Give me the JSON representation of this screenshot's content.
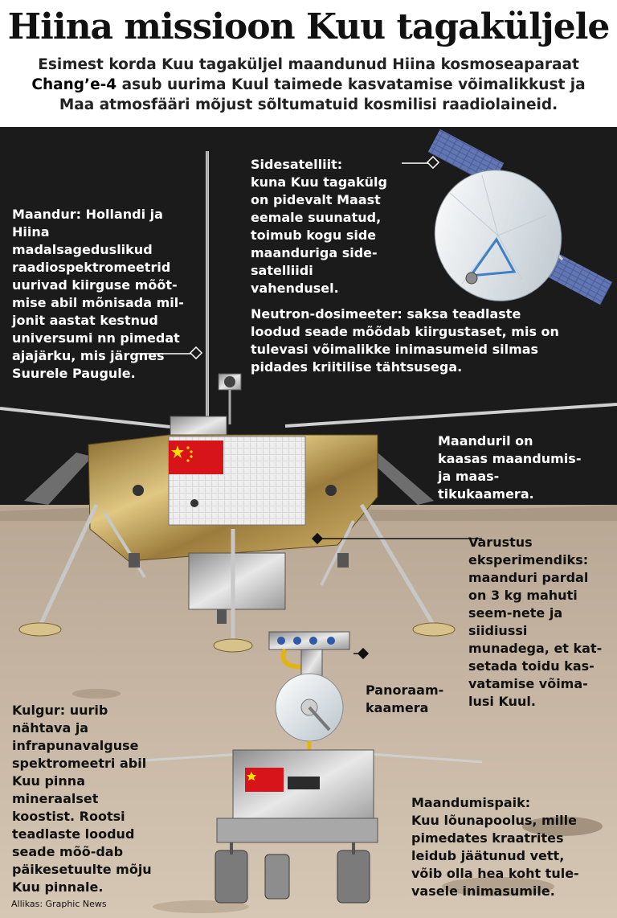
{
  "title": "Hiina missioon Kuu tagaküljele",
  "subtitle": {
    "part1": "Esimest korda Kuu tagaküljel maandunud Hiina kosmoseaparaat ",
    "name": "Chang’e-4",
    "part2": " asub uurima Kuul taimede kasvatamise võimalikkust ja Maa atmosfääri mõjust sõltumatuid kosmilisi raadiolaineid."
  },
  "labels": {
    "sidesatelliit": {
      "head": "Sidesatelliit:",
      "body": "kuna Kuu tagakülg on pidevalt Maast eemale suunatud, toimub kogu side maanduriga side-satelliidi vahendusel."
    },
    "maandur": {
      "head": "Maandur:",
      "body": " Hollandi ja Hiina madalsageduslikud raadiospektromeetrid uurivad kiirguse mõõt-mise abil mõnisada mil-jonit aastat kestnud universumi nn pimedat ajajärku, mis järgnes Suurele Paugule."
    },
    "neutron": {
      "head": "Neutron-dosimeeter:",
      "body": " saksa teadlaste loodud seade mõõdab kiirgustaset, mis on tulevasi võimalikke inimasumeid silmas pidades kriitilise tähtsusega."
    },
    "kaamera": {
      "body": "Maanduril on kaasas maandumis- ja maas-tikukaamera."
    },
    "varustus": {
      "head": "Varustus eksperimendiks:",
      "body": "maanduri pardal on 3 kg mahuti seem-nete ja siidiussi munadega, et kat-setada toidu kas-vatamise võima-lusi Kuul."
    },
    "panoraam": {
      "body": "Panoraam-kaamera"
    },
    "kulgur": {
      "head": "Kulgur:",
      "body": " uurib nähtava ja infrapunavalguse spektromeetri abil Kuu pinna mineraalset koostist. Rootsi teadlaste loodud seade mõõ-dab päikesetuulte mõju Kuu pinnale."
    },
    "maandumispaik": {
      "head": "Maandumispaik:",
      "body": "Kuu lõunapoolus, mille pimedates kraatrites leidub jäätunud vett, võib olla hea koht tule-vasele inimasumile."
    }
  },
  "source": "Allikas: Graphic News",
  "colors": {
    "sky": "#1b1b1b",
    "ground": "#c9b8a4",
    "gold": "#b89a52",
    "flag": "#d7141a",
    "star": "#ffde00",
    "panel": "#5b6ea8"
  }
}
